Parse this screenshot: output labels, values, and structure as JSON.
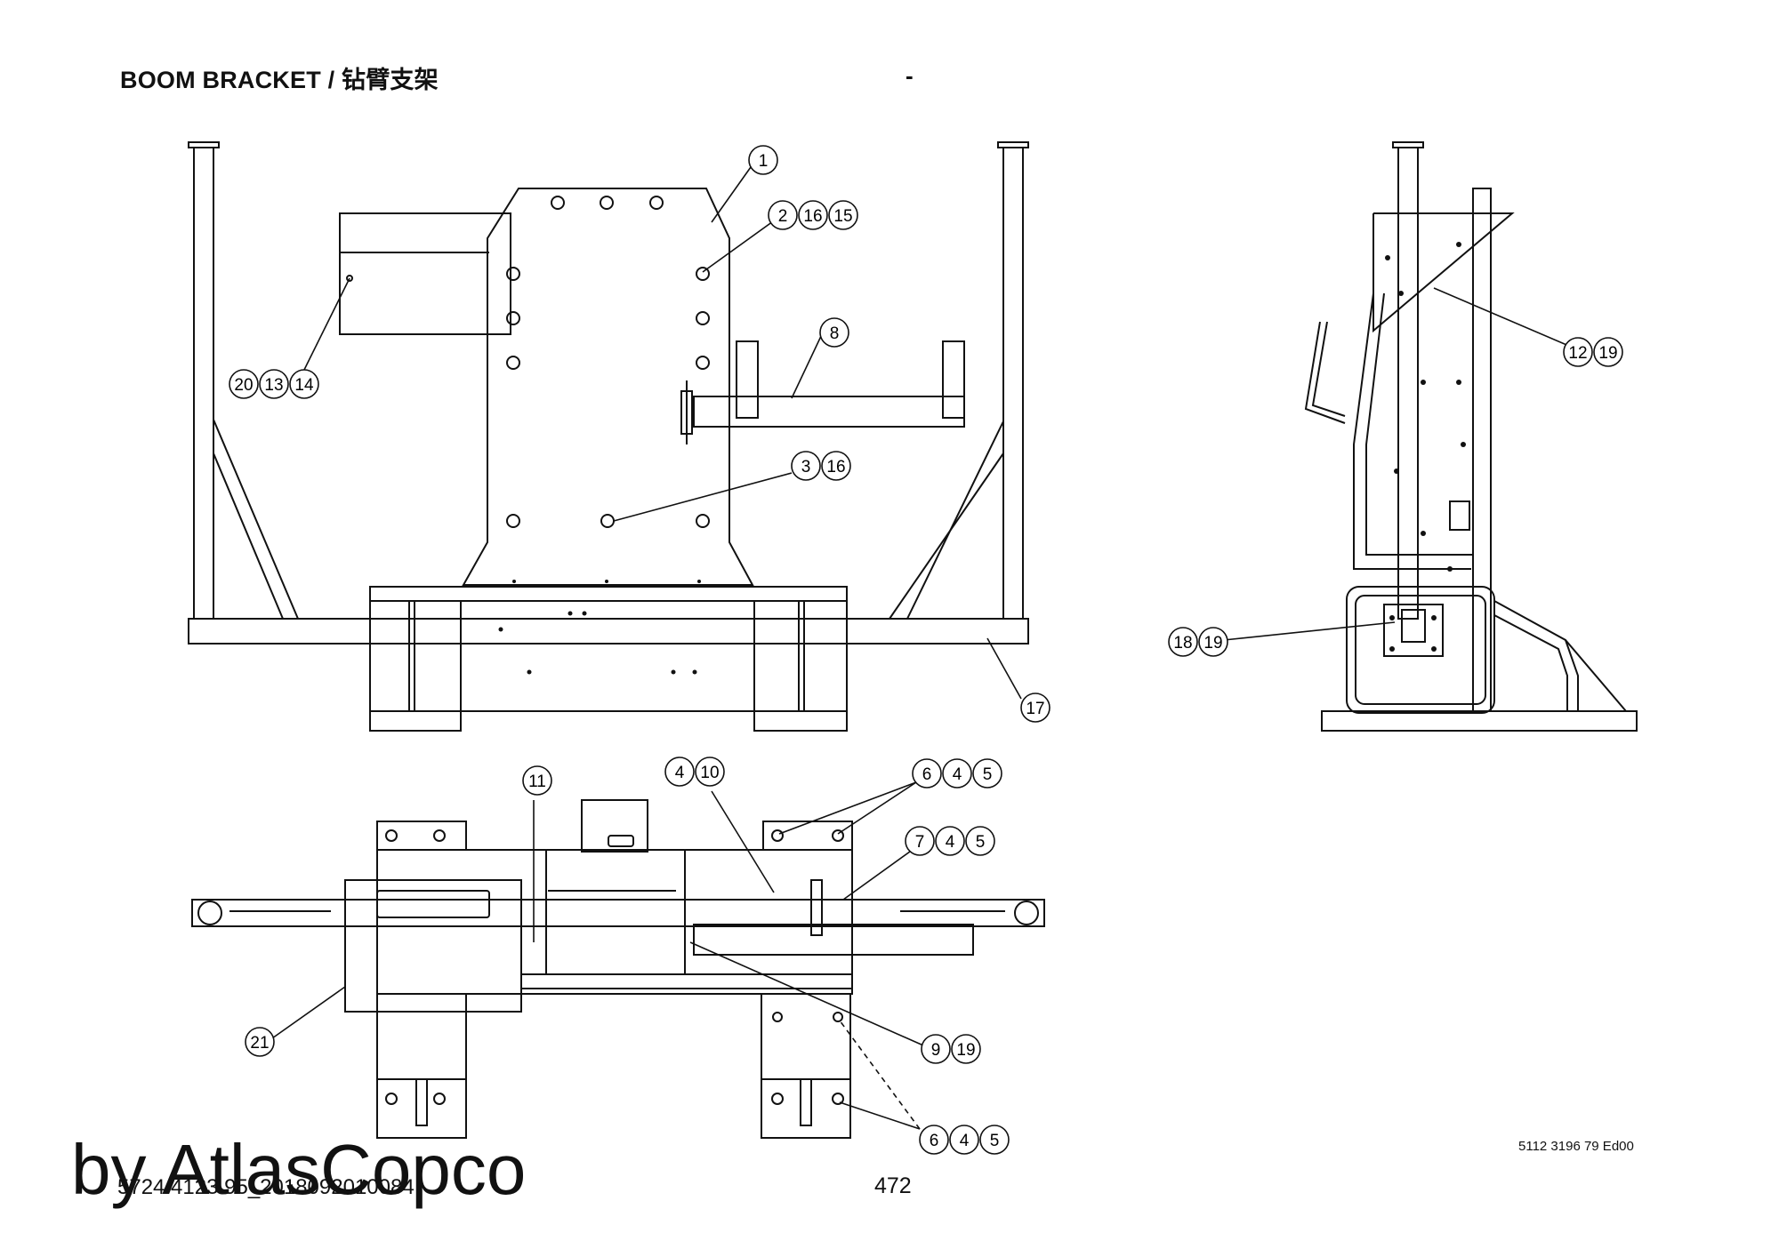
{
  "header": {
    "title": "BOOM BRACKET / 钻臂支架",
    "dash": "-"
  },
  "footer": {
    "drawing_id": "5112 3196 79 Ed00",
    "doc_ref": "5724 4123 95_2018092010084",
    "page_number": "472",
    "watermark": "by AtlasCopco"
  },
  "callouts": {
    "c1": [
      "1"
    ],
    "c2": [
      "2",
      "16",
      "15"
    ],
    "c3": [
      "3",
      "16"
    ],
    "c8": [
      "8"
    ],
    "c17": [
      "17"
    ],
    "c20": [
      "20",
      "13",
      "14"
    ],
    "c12": [
      "12",
      "19"
    ],
    "c18": [
      "18",
      "19"
    ],
    "c11": [
      "11"
    ],
    "c4": [
      "4",
      "10"
    ],
    "c6a": [
      "6",
      "4",
      "5"
    ],
    "c7": [
      "7",
      "4",
      "5"
    ],
    "c9": [
      "9",
      "19"
    ],
    "c21": [
      "21"
    ],
    "c6b": [
      "6",
      "4",
      "5"
    ]
  }
}
